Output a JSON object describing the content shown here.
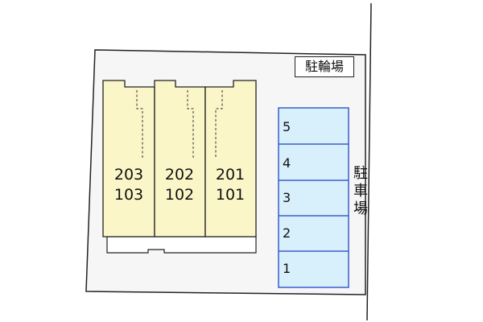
{
  "site": {
    "bicycle_parking_label": "駐輪場",
    "car_parking_label": [
      "駐",
      "車",
      "場"
    ]
  },
  "buildings": [
    {
      "upper": "203",
      "lower": "103"
    },
    {
      "upper": "202",
      "lower": "102"
    },
    {
      "upper": "201",
      "lower": "101"
    }
  ],
  "parking_slots": [
    "5",
    "4",
    "3",
    "2",
    "1"
  ],
  "colors": {
    "building_fill": "#fbf6c8",
    "parking_fill": "#d8f0fb",
    "parking_border": "#3b5ccc",
    "lot_fill": "#f6f6f6"
  }
}
